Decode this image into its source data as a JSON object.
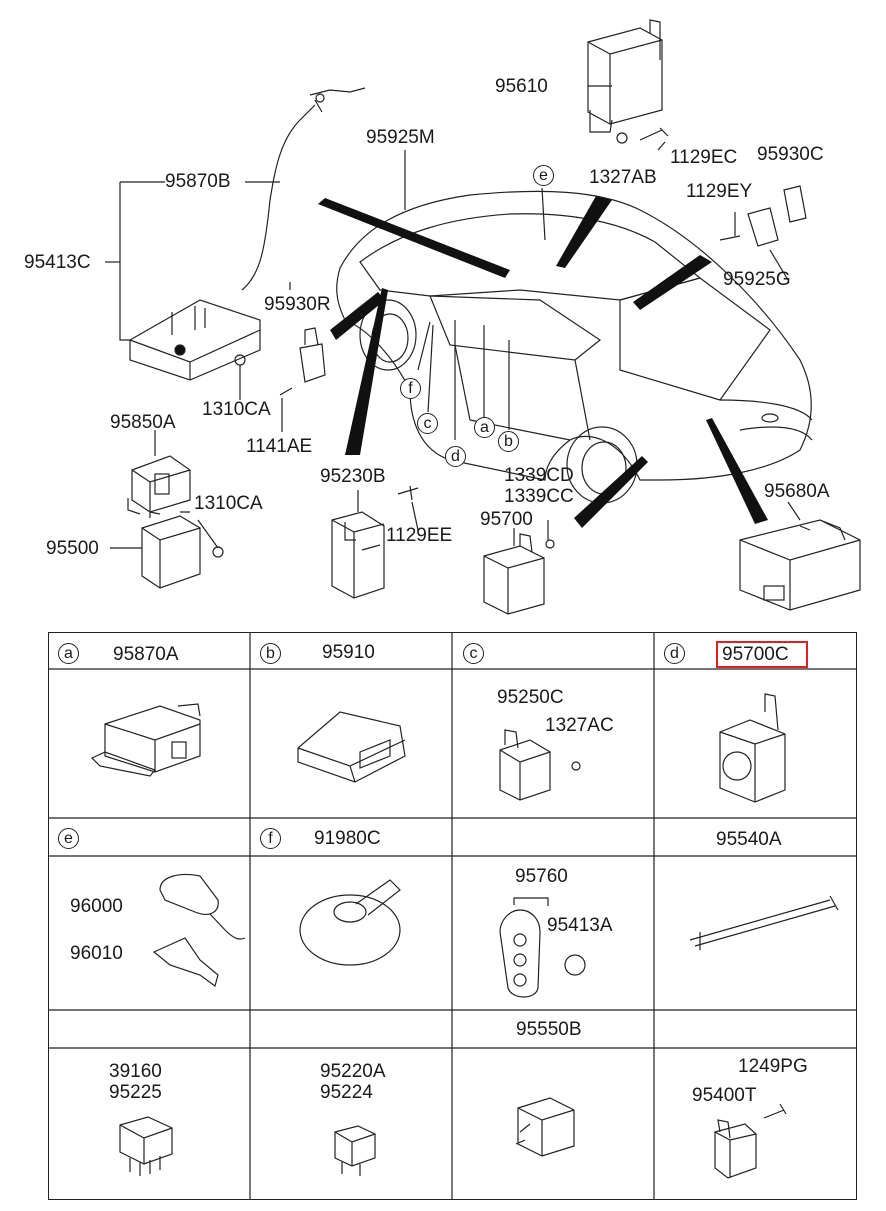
{
  "upper_labels": {
    "l95610": "95610",
    "l95925m": "95925M",
    "l1129ec": "1129EC",
    "l95930c": "95930C",
    "l1327ab": "1327AB",
    "l95870b": "95870B",
    "l1129ey": "1129EY",
    "l95413c": "95413C",
    "l95925g": "95925G",
    "l95930r": "95930R",
    "l1310ca_a": "1310CA",
    "l1141ae": "1141AE",
    "l95850a": "95850A",
    "l95230b": "95230B",
    "l1339cd": "1339CD",
    "l1339cc": "1339CC",
    "l1310ca_b": "1310CA",
    "l95680a": "95680A",
    "l95700": "95700",
    "l1129ee": "1129EE",
    "l95500": "95500"
  },
  "car_callouts": {
    "e": "e",
    "f": "f",
    "c": "c",
    "d": "d",
    "a": "a",
    "b": "b"
  },
  "table": {
    "row1": {
      "a_letter": "a",
      "a_part": "95870A",
      "b_letter": "b",
      "b_part": "95910",
      "c_letter": "c",
      "d_letter": "d",
      "d_part": "95700C",
      "c_sub1": "95250C",
      "c_sub2": "1327AC"
    },
    "row2": {
      "e_letter": "e",
      "f_letter": "f",
      "f_part": "91980C",
      "col4_part": "95540A",
      "e_sub1": "96000",
      "e_sub2": "96010",
      "c3_sub1": "95760",
      "c3_sub2": "95413A"
    },
    "row3": {
      "col3_part": "95550B",
      "c1_sub1": "39160",
      "c1_sub2": "95225",
      "c2_sub1": "95220A",
      "c2_sub2": "95224",
      "c4_sub1": "1249PG",
      "c4_sub2": "95400T"
    }
  }
}
